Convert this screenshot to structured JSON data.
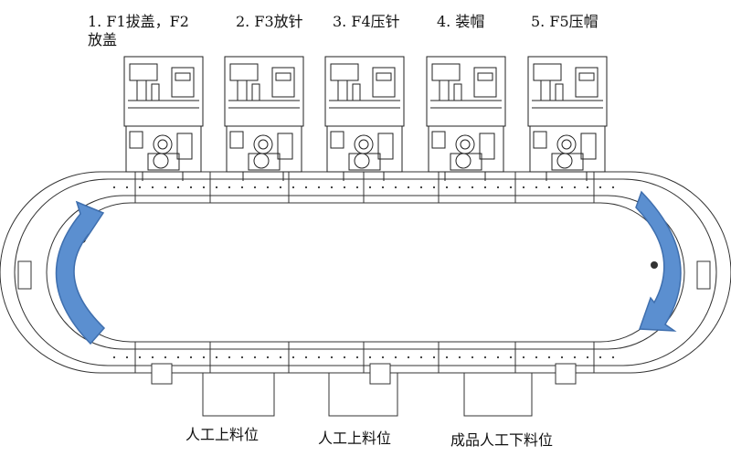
{
  "stations": [
    {
      "label": "1. F1拔盖，F2放盖"
    },
    {
      "label": "2. F3放针"
    },
    {
      "label": "3. F4压针"
    },
    {
      "label": "4. 装帽"
    },
    {
      "label": "5. F5压帽"
    }
  ],
  "bottom_labels": [
    {
      "label": "人工上料位"
    },
    {
      "label": "人工上料位"
    },
    {
      "label": "成品人工下料位"
    }
  ],
  "colors": {
    "arrow_fill": "#5b8fd0",
    "arrow_stroke": "#3f6fae",
    "line": "#333333"
  },
  "icons": [
    "rotation-arrow-left-icon",
    "rotation-arrow-right-icon"
  ]
}
